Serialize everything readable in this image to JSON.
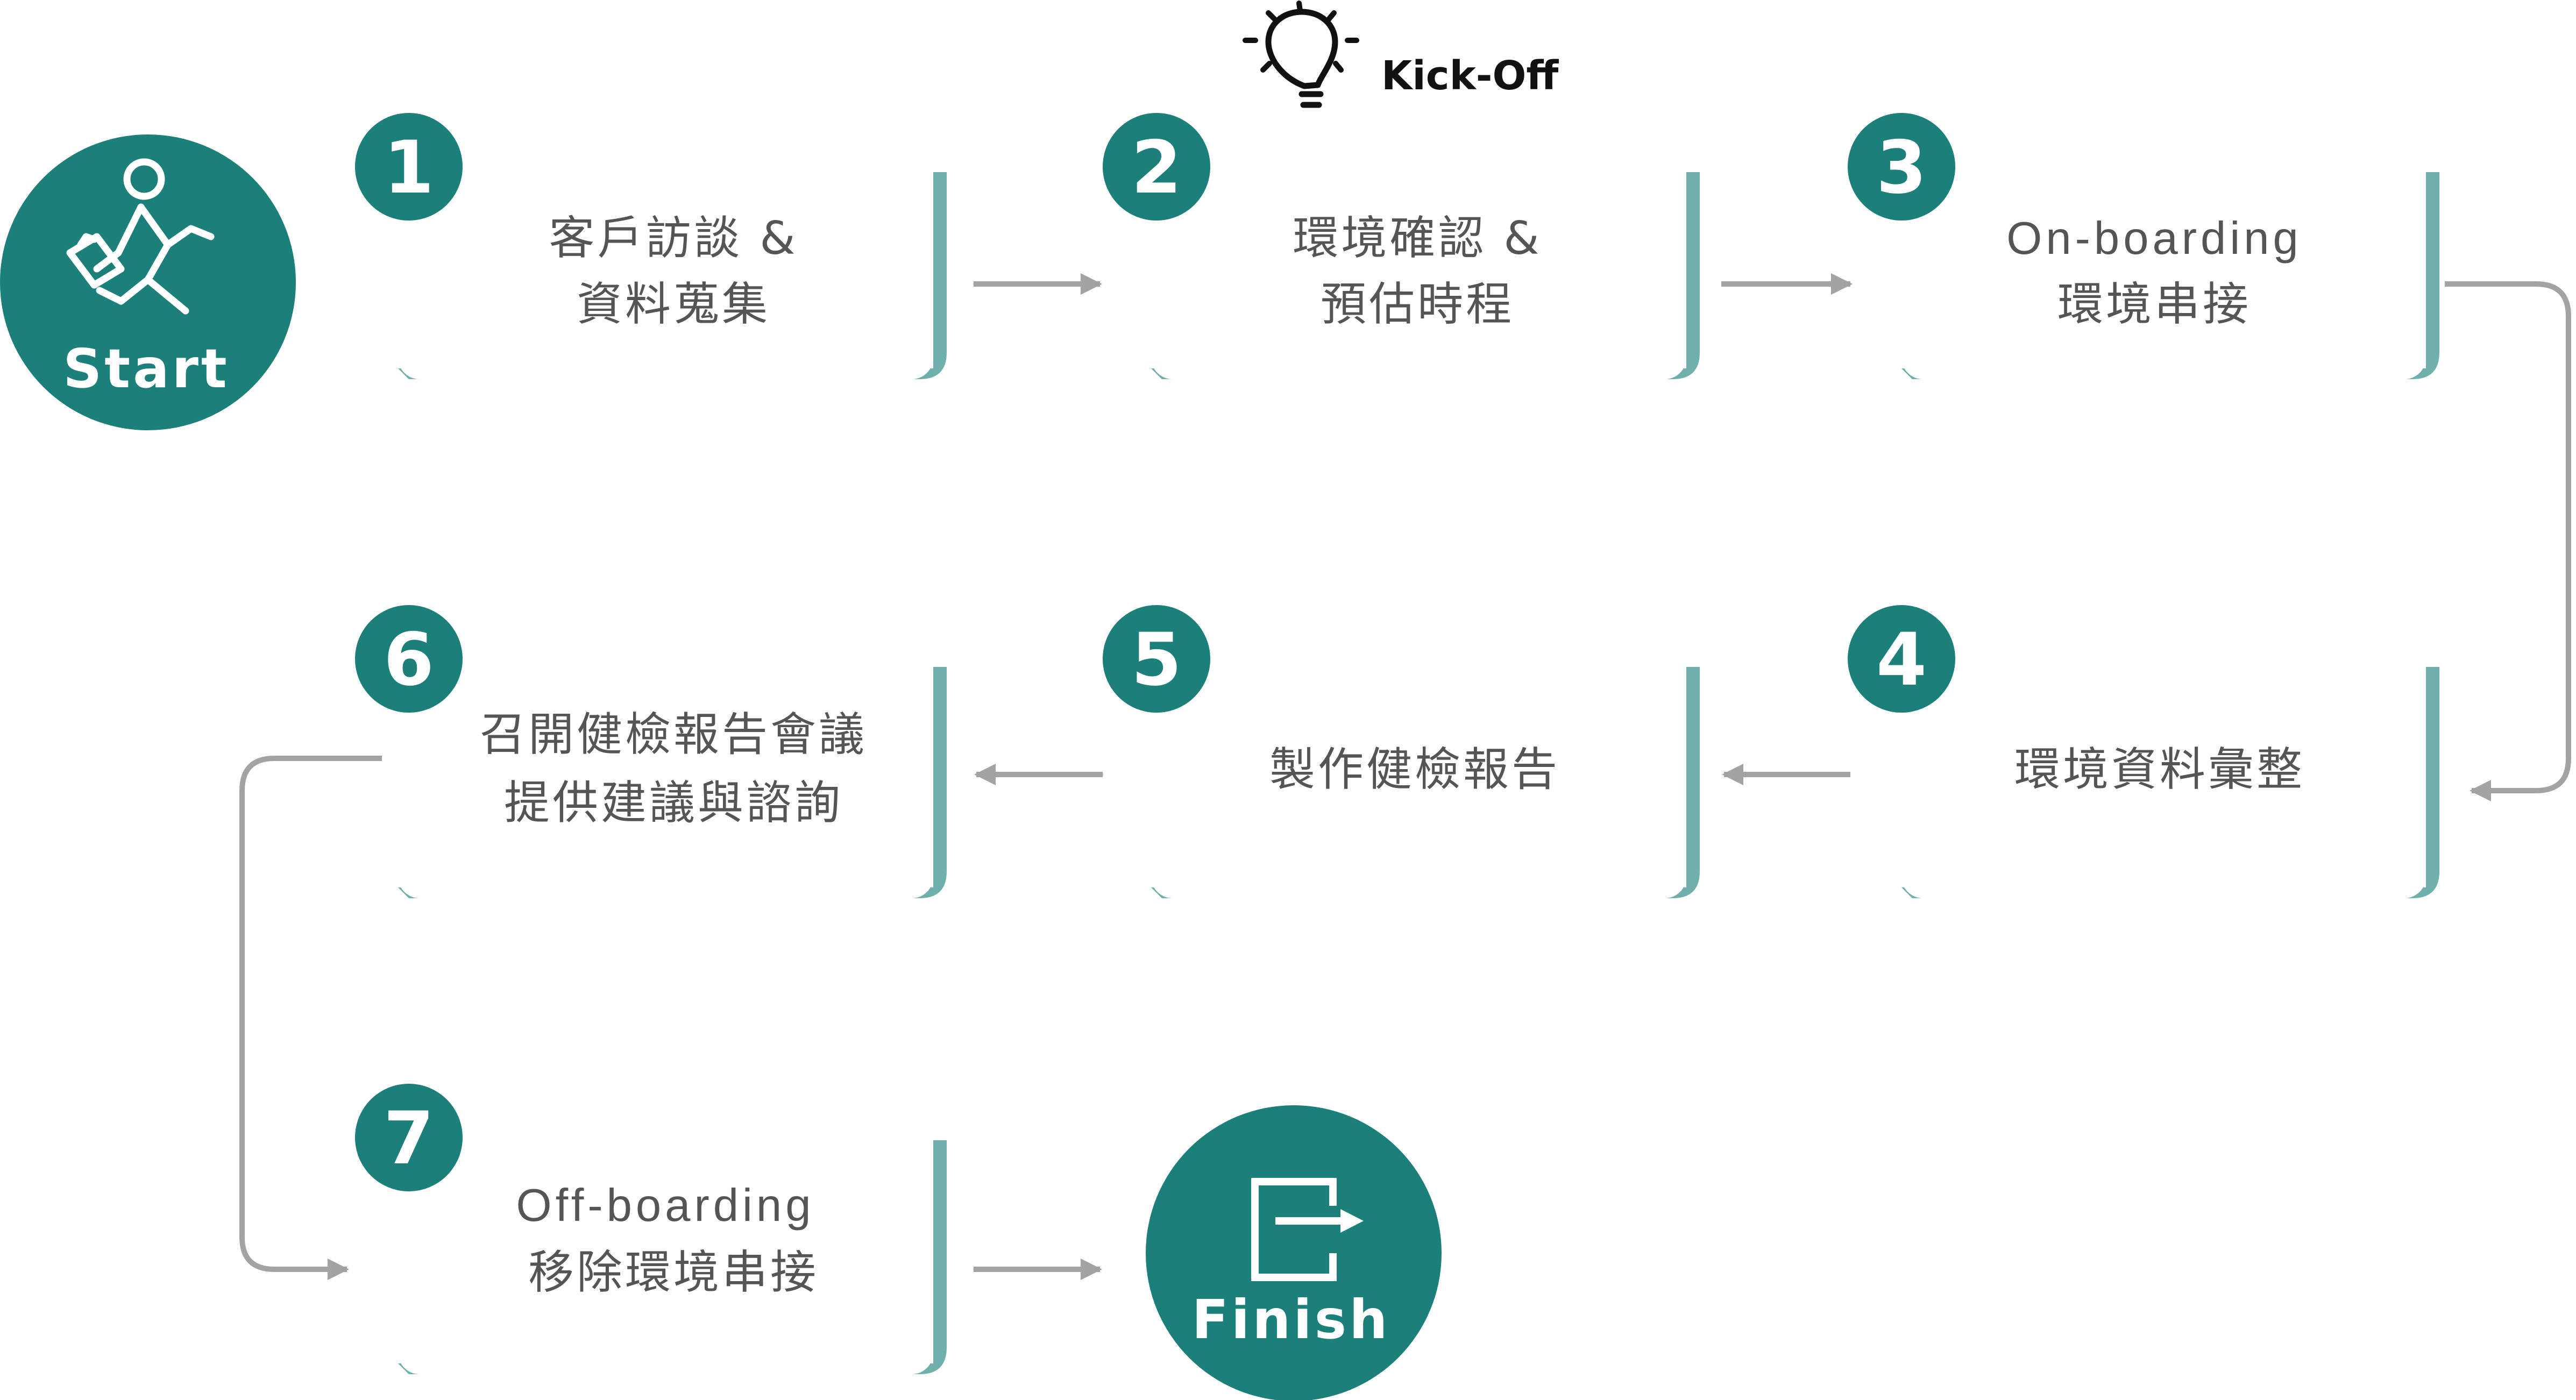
{
  "start": {
    "label": "Start"
  },
  "finish": {
    "label": "Finish"
  },
  "kickoff": {
    "label": "Kick-Off"
  },
  "colors": {
    "teal": "#1b7f7a",
    "card_shadow": "#6fb0ad",
    "arrow": "#a3a3a3",
    "text": "#555555"
  },
  "steps": [
    {
      "number": "1",
      "lines": [
        "客戶訪談 &",
        "資料蒐集"
      ]
    },
    {
      "number": "2",
      "lines": [
        "環境確認 &",
        "預估時程"
      ]
    },
    {
      "number": "3",
      "lines": [
        "On-boarding",
        "環境串接"
      ]
    },
    {
      "number": "4",
      "lines": [
        "環境資料彙整"
      ]
    },
    {
      "number": "5",
      "lines": [
        "製作健檢報告"
      ]
    },
    {
      "number": "6",
      "lines": [
        "召開健檢報告會議",
        "提供建議與諮詢"
      ]
    },
    {
      "number": "7",
      "lines": [
        "Off-boarding",
        "移除環境串接"
      ]
    }
  ]
}
